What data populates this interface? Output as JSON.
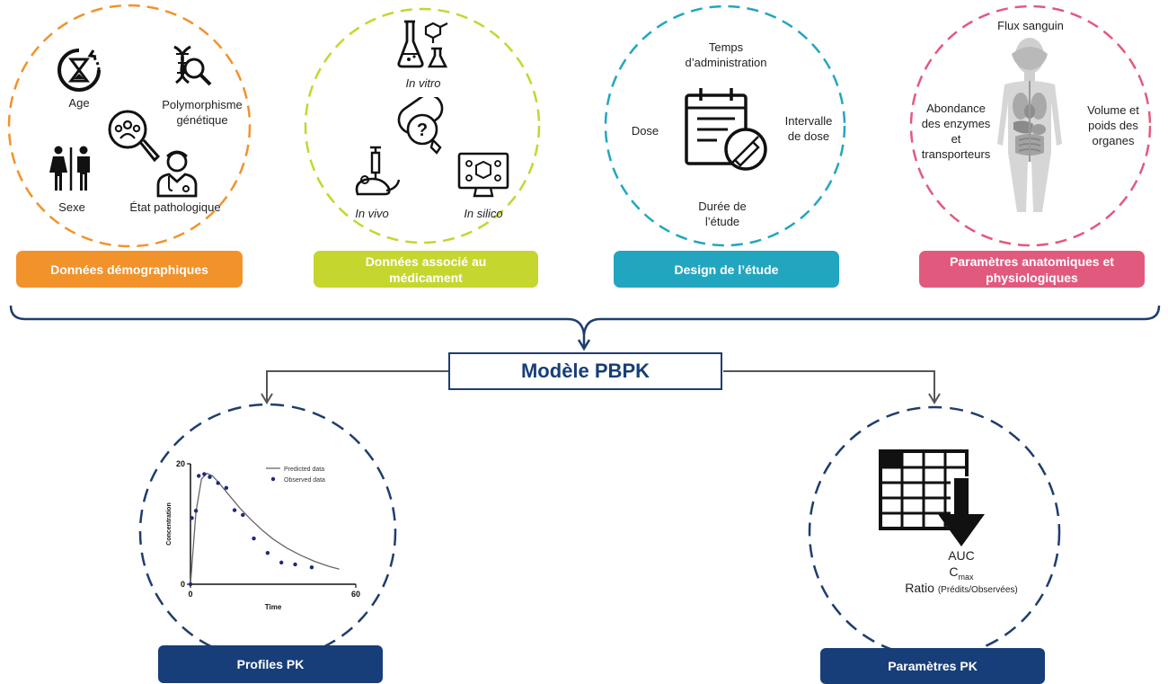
{
  "colors": {
    "orange": "#F2922B",
    "lime": "#C5D62E",
    "teal": "#22A6C0",
    "pink": "#E15A7E",
    "navy": "#1E3D6E",
    "pk_box": "#173E78"
  },
  "circle1": {
    "label": "Données démographiques",
    "items": {
      "age": "Age",
      "poly1": "Polymorphisme",
      "poly2": "génétique",
      "sexe": "Sexe",
      "etat": "État pathologique"
    }
  },
  "circle2": {
    "label1": "Données associé au",
    "label2": "médicament",
    "items": {
      "invitro": "In vitro",
      "invivo": "In vivo",
      "insilico": "In silico"
    }
  },
  "circle3": {
    "label": "Design de l’étude",
    "items": {
      "temps1": "Temps",
      "temps2": "d’administration",
      "dose": "Dose",
      "intervalle1": "Intervalle",
      "intervalle2": "de dose",
      "duree1": "Durée de",
      "duree2": "l’étude"
    }
  },
  "circle4": {
    "label1": "Paramètres anatomiques et",
    "label2": "physiologiques",
    "items": {
      "flux": "Flux sanguin",
      "abond1": "Abondance",
      "abond2": "des enzymes",
      "abond3": "et",
      "abond4": "transporteurs",
      "volume1": "Volume et",
      "volume2": "poids des",
      "volume3": "organes"
    }
  },
  "model": {
    "title": "Modèle PBPK"
  },
  "profiles": {
    "label": "Profiles PK"
  },
  "params": {
    "label": "Paramètres PK",
    "auc": "AUC",
    "cmax_c": "C",
    "cmax_sub": "max",
    "ratio": "Ratio",
    "ratio_sub": "(Prédits/Observées)"
  },
  "chart_data": {
    "type": "scatter",
    "xlabel": "Time",
    "ylabel": "Concentration",
    "xlim": [
      0,
      60
    ],
    "ylim": [
      0,
      20
    ],
    "x_ticks": [
      0,
      60
    ],
    "y_ticks": [
      0,
      20
    ],
    "legend_position": "top-right",
    "series": [
      {
        "name": "Predicted data",
        "style": "line",
        "color": "#666666",
        "x": [
          0,
          2,
          4,
          6,
          8,
          10,
          14,
          18,
          22,
          26,
          30,
          35,
          40,
          45,
          50,
          54
        ],
        "y": [
          0,
          12,
          17.5,
          18.4,
          18.0,
          17.0,
          14.8,
          12.6,
          10.7,
          9.0,
          7.5,
          6.0,
          4.8,
          3.8,
          3.0,
          2.5
        ]
      },
      {
        "name": "Observed data",
        "style": "markers",
        "color": "#1F2A7A",
        "x": [
          0,
          0.5,
          2,
          3,
          5,
          7,
          10,
          13,
          16,
          19,
          23,
          28,
          33,
          38,
          44
        ],
        "y": [
          0,
          11,
          12.2,
          18,
          18.3,
          17.8,
          16.8,
          16,
          12.3,
          11.5,
          7.6,
          5.2,
          3.6,
          3.3,
          2.8
        ]
      }
    ]
  }
}
